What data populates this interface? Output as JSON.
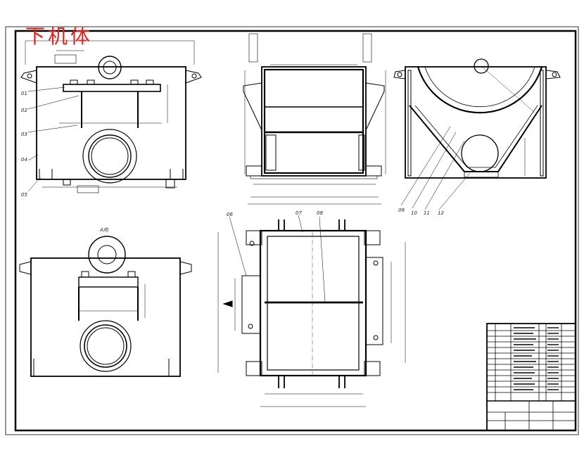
{
  "title": {
    "text": "下机体",
    "color": "#e0201c"
  },
  "section_label": "A向",
  "balloons": [
    "01",
    "02",
    "03",
    "04",
    "05",
    "06",
    "07",
    "08",
    "09",
    "10",
    "11",
    "12"
  ],
  "colors": {
    "line": "#000000",
    "paper": "#ffffff",
    "title": "#e0201c"
  },
  "title_block": {
    "rows": 13,
    "note": "parts list and title block"
  }
}
